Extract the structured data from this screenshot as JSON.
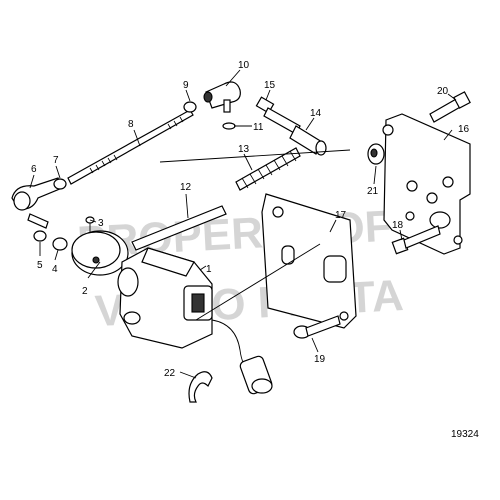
{
  "diagram": {
    "figure_id": "19324",
    "watermark_lines": [
      "PROPERTY OF",
      "VOLVO PENTA"
    ],
    "callouts": [
      "1",
      "2",
      "3",
      "4",
      "5",
      "6",
      "7",
      "8",
      "9",
      "10",
      "11",
      "12",
      "13",
      "14",
      "15",
      "16",
      "17",
      "18",
      "19",
      "20",
      "21",
      "22"
    ]
  }
}
